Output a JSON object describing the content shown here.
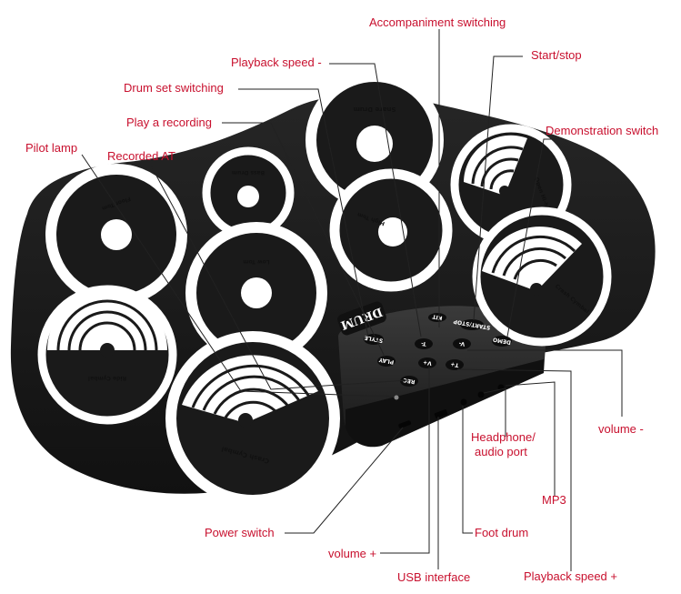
{
  "colors": {
    "callout": "#c8102e",
    "mat": "#1a1a1a",
    "ring": "#ffffff",
    "console": "#2a2a2a"
  },
  "logo": "DRUM",
  "pads": {
    "snare": "Snare Drum",
    "bass": "Bass Drum",
    "floor_tom": "Floor Tom",
    "high_tom": "High Tom",
    "low_tom": "Low Tom",
    "open_hihat": "Open Hi-hat",
    "crash_right": "Crash Cymbal",
    "ride": "Ride Cymbal",
    "crash_front": "Crash Cymbal"
  },
  "console_buttons": {
    "demo": "DEMO",
    "start_stop": "START/STOP",
    "kit": "KIT",
    "style": "STYLE",
    "tempo_minus": "T-",
    "tempo_plus": "T+",
    "vol_minus": "V-",
    "vol_plus": "V+",
    "play": "PLAY",
    "rec": "REC"
  },
  "callouts": {
    "accompaniment": "Accompaniment switching",
    "playback_minus": "Playback speed -",
    "start_stop": "Start/stop",
    "drum_set": "Drum set switching",
    "play_recording": "Play a recording",
    "demo_switch": "Demonstration switch",
    "pilot_lamp": "Pilot lamp",
    "recorded_at": "Recorded AT",
    "volume_minus": "volume -",
    "headphone_1": "Headphone/",
    "headphone_2": "audio port",
    "mp3": "MP3",
    "power_switch": "Power switch",
    "foot_drum": "Foot drum",
    "volume_plus": "volume +",
    "usb": "USB interface",
    "playback_plus": "Playback speed +"
  }
}
